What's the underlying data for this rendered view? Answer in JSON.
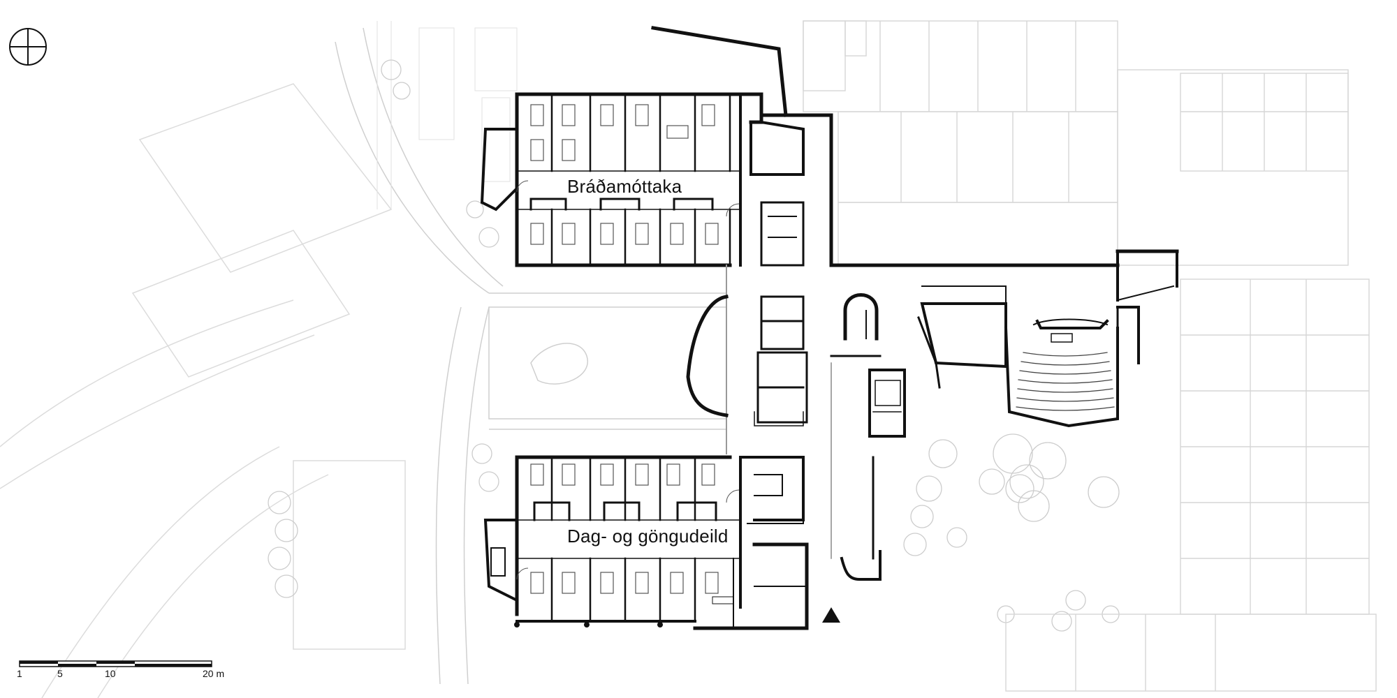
{
  "labels": {
    "wing_north": "Bráðamóttaka",
    "wing_south": "Dag- og göngudeild"
  },
  "scale_bar": {
    "ticks": [
      "1",
      "5",
      "10",
      "20 m"
    ]
  },
  "icons": {
    "north_symbol": "north-arrow-icon",
    "entrance_marker": "entrance-triangle-icon"
  },
  "colors": {
    "wall": "#111111",
    "context": "#d6d6d6",
    "background": "#ffffff"
  }
}
